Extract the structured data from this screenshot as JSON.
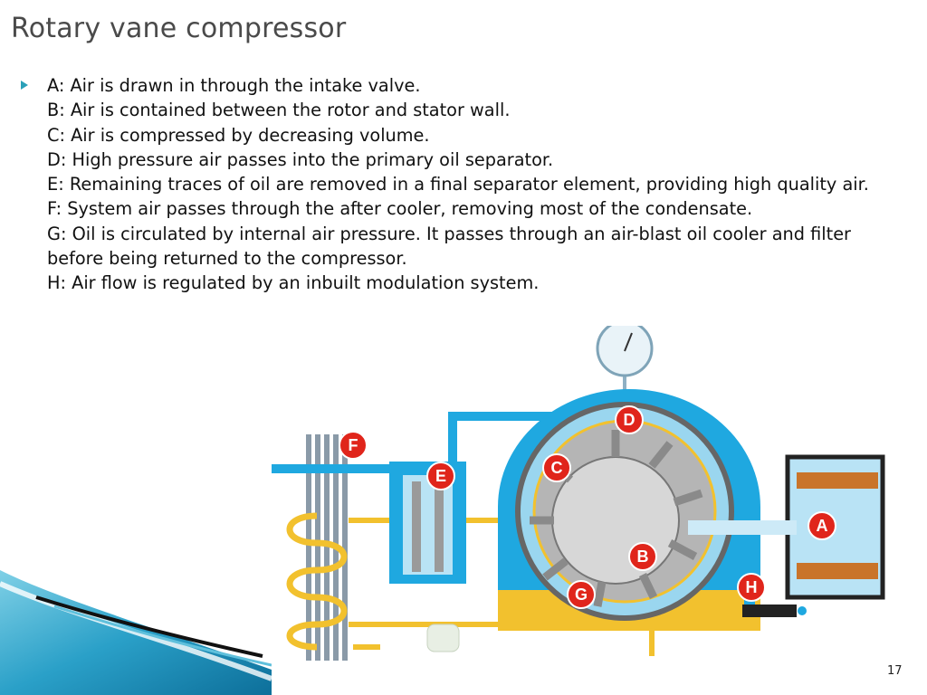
{
  "slide": {
    "title": "Rotary vane compressor",
    "page_number": "17"
  },
  "steps": [
    {
      "key": "A",
      "sep": ":",
      "text": " Air is drawn in through the intake valve."
    },
    {
      "key": "B",
      "sep": ":",
      "text": " Air is contained between the rotor and stator wall."
    },
    {
      "key": "C",
      "sep": ":",
      "text": " Air is compressed by decreasing volume."
    },
    {
      "key": "D",
      "sep": ":",
      "text": " High pressure air passes into the primary oil separator."
    },
    {
      "key": "E",
      "sep": ":",
      "text": " Remaining traces of oil are removed in a final separator element, providing high quality air."
    },
    {
      "key": "F",
      "sep": ":",
      "text": " System air passes through the after cooler, removing most of the condensate."
    },
    {
      "key": "G",
      "sep": ":",
      "text": " Oil is circulated by internal air pressure. It passes through an air-blast oil cooler and filter before being returned to the compressor."
    },
    {
      "key": "H",
      "sep": ":",
      "text": " Air flow is regulated by an inbuilt modulation system."
    }
  ],
  "diagram_labels": {
    "A": "A",
    "B": "B",
    "C": "C",
    "D": "D",
    "E": "E",
    "F": "F",
    "G": "G",
    "H": "H"
  },
  "colors": {
    "air_blue": "#1fa8e0",
    "light_blue": "#b9e3f5",
    "oil_yellow": "#f2c12e",
    "rotor_grey": "#b5b5b5",
    "label_red": "#e0251b",
    "bullet_teal": "#2aa0b8"
  }
}
